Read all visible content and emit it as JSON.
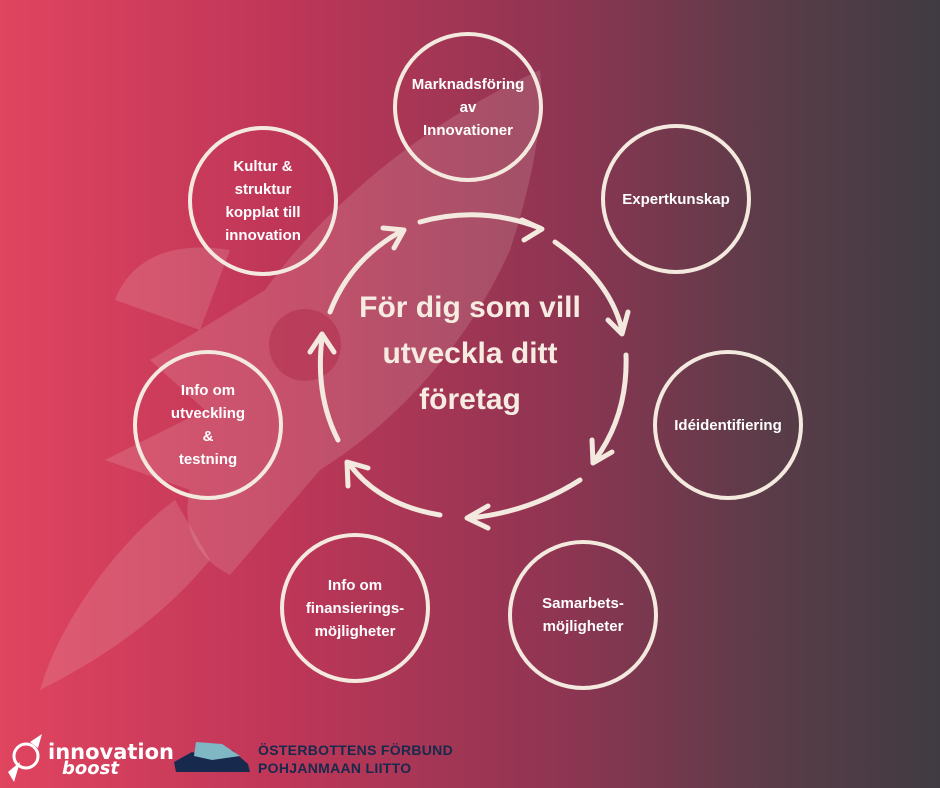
{
  "center": {
    "title": "För dig som vill\nutveckla ditt\nföretag"
  },
  "bubbles": [
    {
      "label": "Marknadsföring\nav\nInnovationer"
    },
    {
      "label": "Expertkunskap"
    },
    {
      "label": "Idéidentifiering"
    },
    {
      "label": "Samarbets-\nmöjligheter"
    },
    {
      "label": "Info om\nfinansierings-\nmöjligheter"
    },
    {
      "label": "Info om\nutveckling\n&\ntestning"
    },
    {
      "label": "Kultur &\nstruktur\nkopplat till\ninnovation"
    }
  ],
  "footer": {
    "logo": {
      "name": "innovation",
      "sub": "boost"
    },
    "partner": {
      "line1": "ÖSTERBOTTENS FÖRBUND",
      "line2": "POHJANMAAN LIITTO"
    }
  },
  "colors": {
    "ring": "#f3e9df",
    "text": "#ffffff",
    "partner_text": "#17294c",
    "gradient_start": "#e0445f",
    "gradient_end": "#403b42"
  }
}
